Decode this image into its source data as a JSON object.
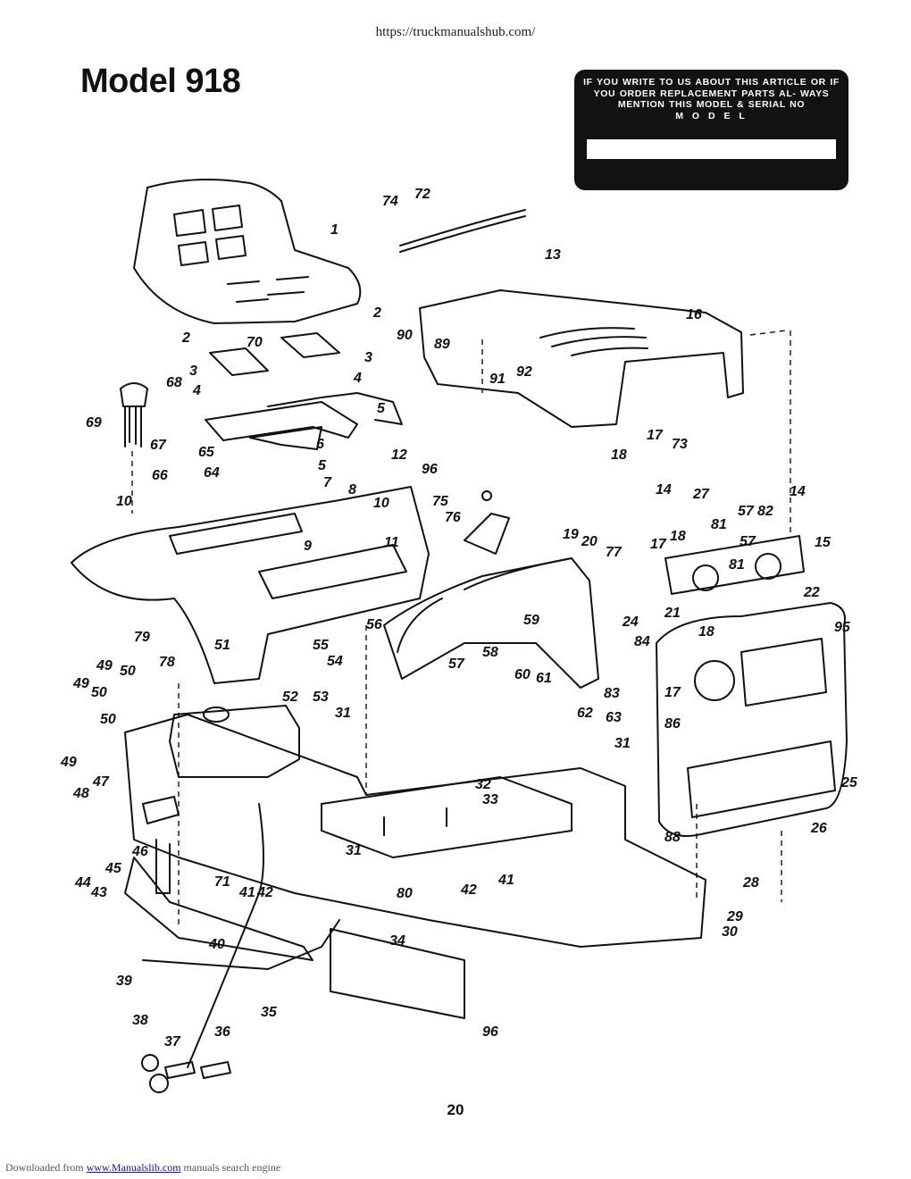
{
  "header": {
    "source_url": "https://truckmanualshub.com/",
    "model_title": "Model 918"
  },
  "notice": {
    "text": "IF YOU WRITE TO US ABOUT THIS ARTICLE OR IF YOU ORDER REPLACEMENT PARTS AL- WAYS MENTION THIS MODEL & SERIAL NO",
    "model_label": "M O D E L"
  },
  "diagram": {
    "callouts": [
      "1",
      "2",
      "2",
      "3",
      "3",
      "4",
      "4",
      "5",
      "5",
      "6",
      "7",
      "8",
      "9",
      "10",
      "10",
      "11",
      "12",
      "13",
      "14",
      "14",
      "15",
      "16",
      "17",
      "17",
      "17",
      "18",
      "18",
      "18",
      "19",
      "20",
      "21",
      "22",
      "24",
      "25",
      "26",
      "27",
      "28",
      "29",
      "30",
      "31",
      "31",
      "31",
      "32",
      "33",
      "34",
      "35",
      "36",
      "37",
      "38",
      "39",
      "40",
      "41",
      "41",
      "42",
      "42",
      "43",
      "44",
      "45",
      "46",
      "47",
      "48",
      "49",
      "49",
      "49",
      "50",
      "50",
      "50",
      "51",
      "52",
      "53",
      "54",
      "55",
      "56",
      "57",
      "57",
      "57",
      "58",
      "59",
      "60",
      "61",
      "62",
      "63",
      "64",
      "65",
      "66",
      "67",
      "68",
      "69",
      "70",
      "71",
      "72",
      "73",
      "74",
      "75",
      "76",
      "77",
      "78",
      "79",
      "80",
      "81",
      "81",
      "82",
      "83",
      "84",
      "86",
      "88",
      "89",
      "90",
      "91",
      "92",
      "95",
      "96",
      "96"
    ]
  },
  "footer": {
    "prefix": "Downloaded from ",
    "link_text": "www.Manualslib.com",
    "suffix": " manuals search engine"
  },
  "page_number": "20"
}
